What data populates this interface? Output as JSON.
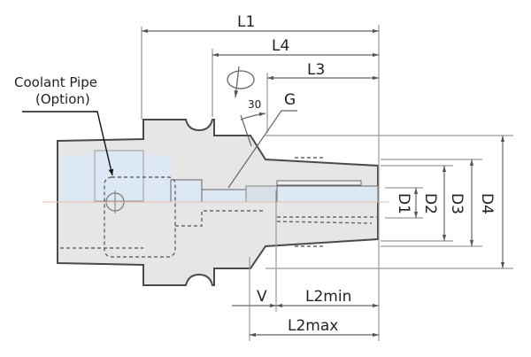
{
  "labels": {
    "coolant_pipe": "Coolant Pipe",
    "option": "(Option)",
    "L1": "L1",
    "L4": "L4",
    "L3": "L3",
    "angle": "30",
    "G": "G",
    "V": "V",
    "L2min": "L2min",
    "L2max": "L2max",
    "D1": "D1",
    "D2": "D2",
    "D3": "D3",
    "D4": "D4"
  },
  "colors": {
    "body": "#e6e6e6",
    "bore": "#dce8f3",
    "outline": "#4a4a4a",
    "dim": "#8a8a8a",
    "centerline": "#e8b8b0"
  }
}
